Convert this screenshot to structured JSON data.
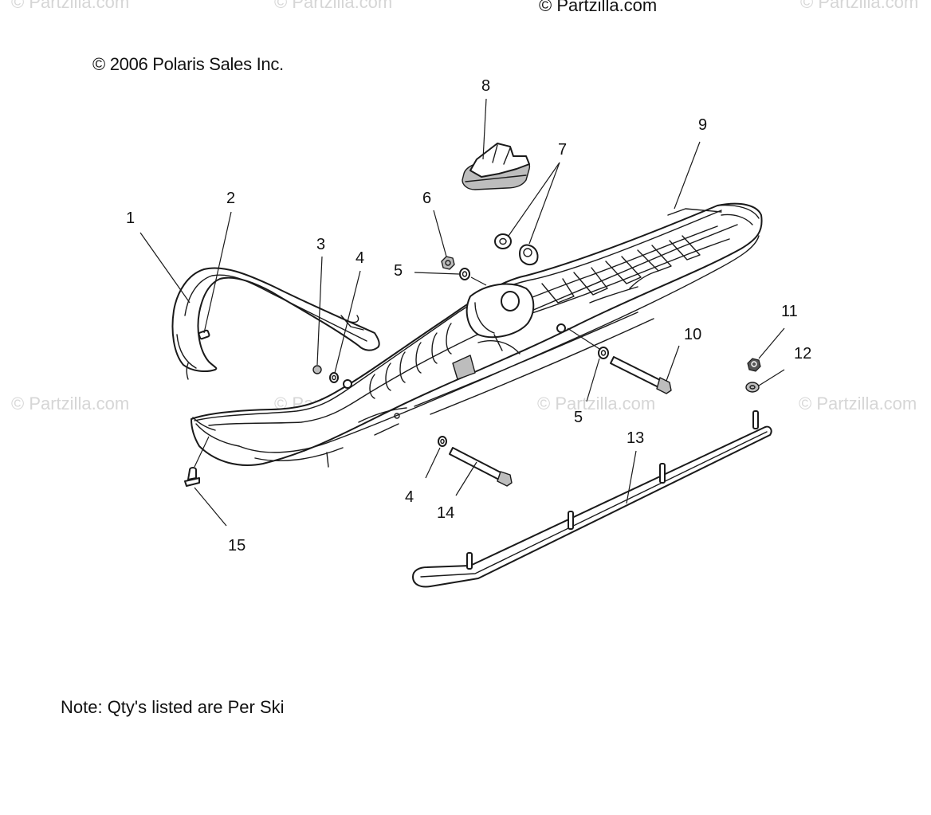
{
  "watermark": {
    "text": "© Partzilla.com"
  },
  "header": {
    "credit": "© Partzilla.com",
    "copyright": "© 2006 Polaris Sales Inc."
  },
  "callouts": {
    "c1": "1",
    "c2": "2",
    "c3": "3",
    "c4a": "4",
    "c4b": "4",
    "c5a": "5",
    "c5b": "5",
    "c6": "6",
    "c7": "7",
    "c8": "8",
    "c9": "9",
    "c10": "10",
    "c11": "11",
    "c12": "12",
    "c13": "13",
    "c14": "14",
    "c15": "15"
  },
  "footer": {
    "note": "Note: Qty's listed are Per Ski"
  }
}
